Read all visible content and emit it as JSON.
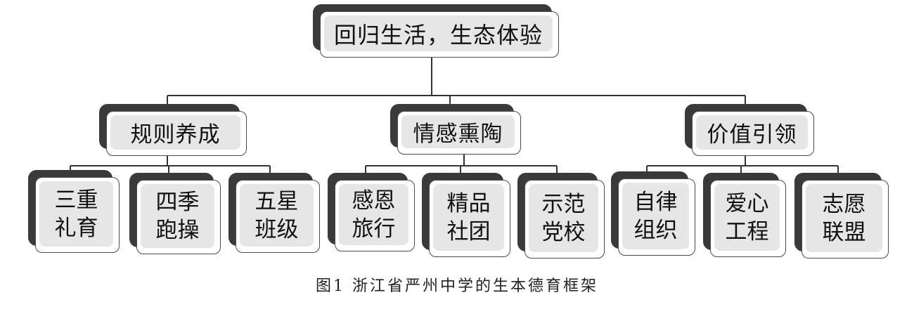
{
  "root": {
    "label": "回归生活，生态体验"
  },
  "branches": [
    {
      "label": "规则养成",
      "children": [
        {
          "line1": "三重",
          "line2": "礼育"
        },
        {
          "line1": "四季",
          "line2": "跑操"
        },
        {
          "line1": "五星",
          "line2": "班级"
        }
      ]
    },
    {
      "label": "情感熏陶",
      "children": [
        {
          "line1": "感恩",
          "line2": "旅行"
        },
        {
          "line1": "精品",
          "line2": "社团"
        },
        {
          "line1": "示范",
          "line2": "党校"
        }
      ]
    },
    {
      "label": "价值引领",
      "children": [
        {
          "line1": "自律",
          "line2": "组织"
        },
        {
          "line1": "爱心",
          "line2": "工程"
        },
        {
          "line1": "志愿",
          "line2": "联盟"
        }
      ]
    }
  ],
  "caption": "图1  浙江省严州中学的生本德育框架"
}
